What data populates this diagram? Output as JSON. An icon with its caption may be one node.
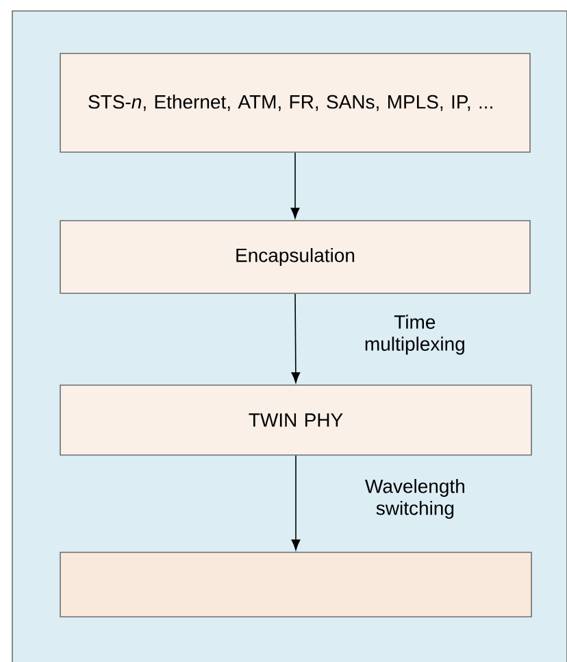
{
  "diagram": {
    "nodes": [
      {
        "text": [
          "STS-*n*, Ethernet, ATM, FR, SANs, MPLS, IP, ..."
        ]
      },
      {
        "text": [
          "Encapsulation"
        ]
      },
      {
        "text": [
          "TWIN PHY"
        ]
      },
      {
        "text": [],
        "shape": "box"
      }
    ],
    "edges": [
      {
        "from": 0,
        "to": 1,
        "arrow": "to"
      },
      {
        "from": 1,
        "to": 2,
        "arrow": "to",
        "label": "Time multiplexing"
      },
      {
        "from": 2,
        "to": 3,
        "arrow": "to",
        "label": "Wavelength switching"
      }
    ]
  }
}
